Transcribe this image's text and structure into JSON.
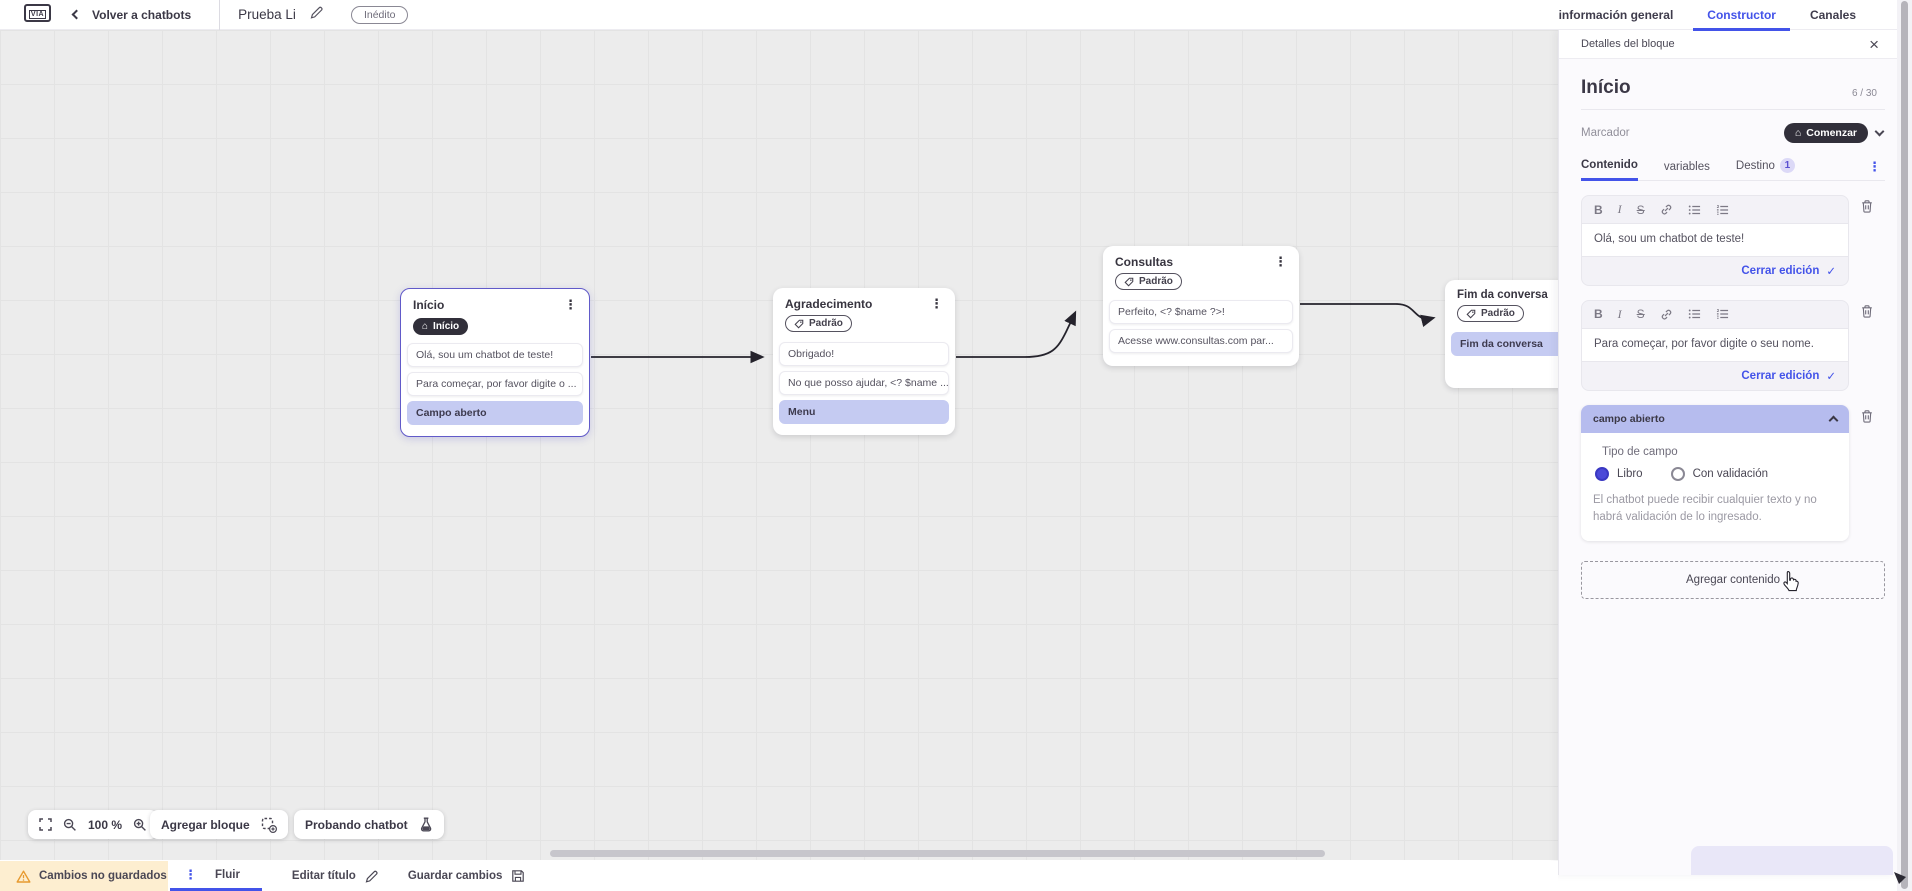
{
  "header": {
    "logo_text": "VIA",
    "back_label": "Volver a chatbots",
    "bot_title": "Prueba Li",
    "status_badge": "Inédito",
    "tabs": [
      {
        "label": "información general",
        "active": false
      },
      {
        "label": "Constructor",
        "active": true
      },
      {
        "label": "Canales",
        "active": false
      }
    ]
  },
  "canvas": {
    "controls": {
      "zoom_level": "100 %",
      "add_block_label": "Agregar bloque",
      "test_chatbot_label": "Probando chatbot"
    },
    "nodes": [
      {
        "title": "Início",
        "badge": "Início",
        "badge_style": "dark",
        "items": [
          "Olá, sou um chatbot de teste!",
          "Para começar, por favor digite o ...",
          "Campo aberto"
        ]
      },
      {
        "title": "Agradecimento",
        "badge": "Padrão",
        "badge_style": "outline",
        "items": [
          "Obrigado!",
          "No que posso ajudar, <? $name ...",
          "Menu"
        ]
      },
      {
        "title": "Consultas",
        "badge": "Padrão",
        "badge_style": "outline",
        "items": [
          "Perfeito, <? $name ?>!",
          "Acesse www.consultas.com par..."
        ]
      },
      {
        "title": "Fim da conversa",
        "badge": "Padrão",
        "badge_style": "outline",
        "items": [
          "Fim da conversa"
        ]
      }
    ]
  },
  "panel": {
    "header": "Detalles del bloque",
    "block_title": "Início",
    "char_count": "6 / 30",
    "marker_label": "Marcador",
    "marker_button": "Comenzar",
    "tabs": {
      "content": "Contenido",
      "variables": "variables",
      "destination": "Destino",
      "destination_count": "1"
    },
    "editors": [
      {
        "text": "Olá, sou um chatbot de teste!",
        "close_label": "Cerrar edición"
      },
      {
        "text": "Para começar, por favor digite o seu nome.",
        "close_label": "Cerrar edición"
      }
    ],
    "open_field": {
      "header": "campo abierto",
      "type_label": "Tipo de campo",
      "option_free": "Libro",
      "option_validated": "Con validación",
      "selected_option": "Libro",
      "help_text": "El chatbot puede recibir cualquier texto y no habrá validación de lo ingresado."
    },
    "add_content_label": "Agregar contenido"
  },
  "footer": {
    "unsaved_label": "Cambios no guardados",
    "flow_tab": "Fluir",
    "edit_title_label": "Editar título",
    "save_label": "Guardar cambios"
  },
  "icons": {
    "kebab_menu": "⋮",
    "close": "×",
    "check": "✓",
    "home": "⌂"
  },
  "colors": {
    "accent": "#4353e9",
    "dark_badge": "#312f3a",
    "lavender_item": "#c5cbf2",
    "field_header": "#b6bcee",
    "warning_bg": "#fdeed0",
    "warning_icon": "#e79a2f",
    "canvas_bg": "#ececec",
    "connector": "#25232c"
  }
}
